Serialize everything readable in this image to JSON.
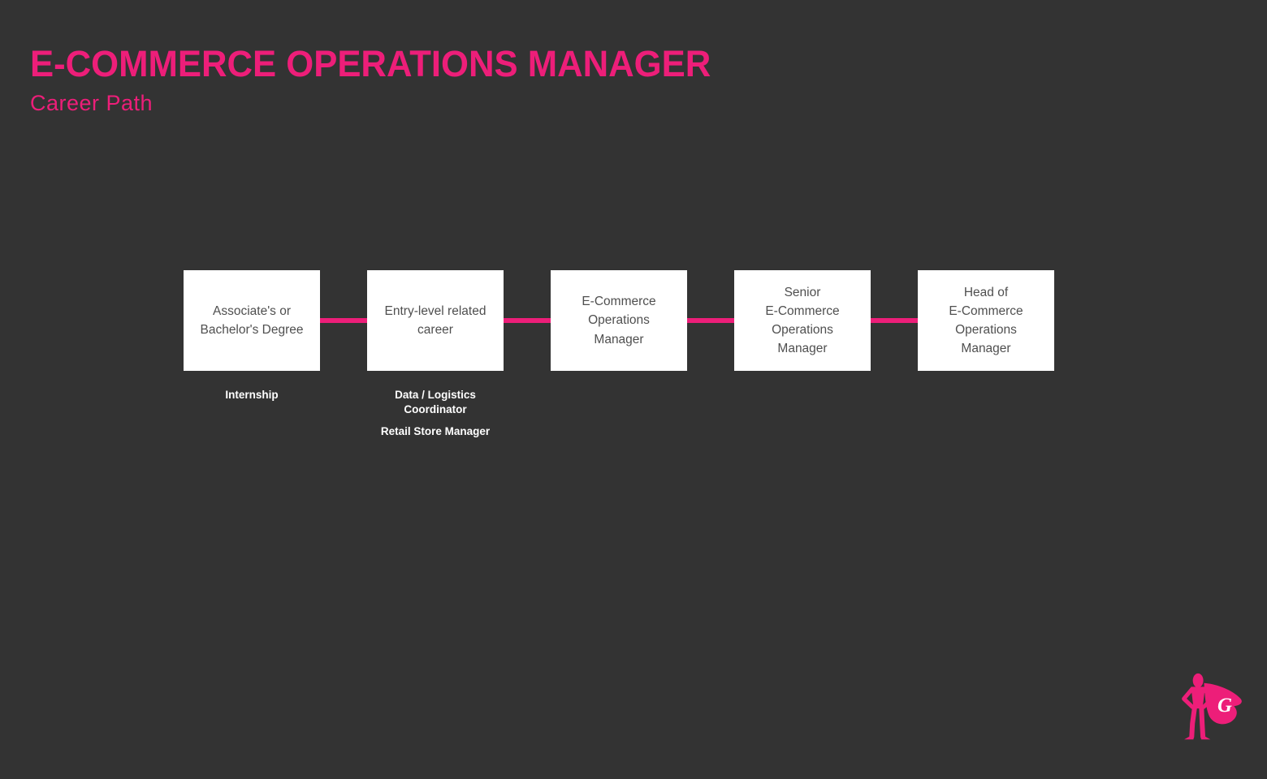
{
  "header": {
    "title": "E-COMMERCE OPERATIONS MANAGER",
    "subtitle": "Career Path"
  },
  "colors": {
    "background": "#333333",
    "accent": "#ed1e79",
    "box_background": "#ffffff",
    "box_text": "#4f4f4f",
    "sublabel_text": "#ffffff"
  },
  "career_path": {
    "stages": [
      {
        "lines": [
          "Associate's or",
          "Bachelor's Degree"
        ],
        "sub_labels": [
          "Internship"
        ]
      },
      {
        "lines": [
          "Entry-level related",
          "career"
        ],
        "sub_labels": [
          "Data / Logistics Coordinator",
          "Retail Store Manager"
        ]
      },
      {
        "lines": [
          "E-Commerce",
          "Operations",
          "Manager"
        ],
        "sub_labels": []
      },
      {
        "lines": [
          "Senior",
          "E-Commerce",
          "Operations",
          "Manager"
        ],
        "sub_labels": []
      },
      {
        "lines": [
          "Head of",
          "E-Commerce",
          "Operations",
          "Manager"
        ],
        "sub_labels": []
      }
    ]
  },
  "logo": {
    "letter": "G",
    "icon": "superhero-icon"
  }
}
